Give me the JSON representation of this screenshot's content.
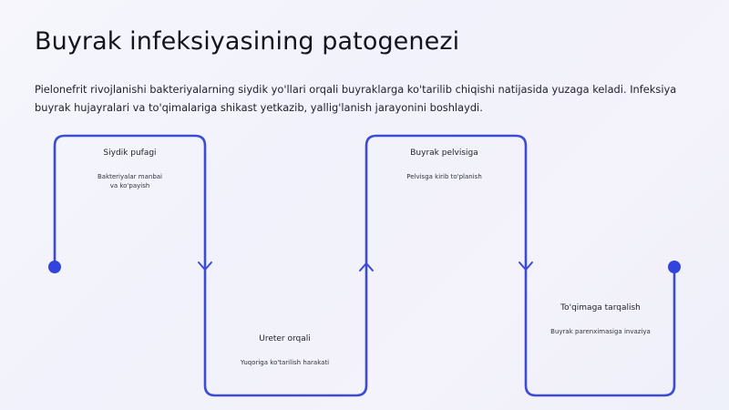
{
  "slide": {
    "title": "Buyrak infeksiyasining patogenezi",
    "lead": "Pielonefrit rivojlanishi bakteriyalarning siydik yo'llari orqali buyraklarga ko'tarilib chiqishi natijasida yuzaga keladi. Infeksiya buyrak hujayralari va to'qimalariga shikast yetkazib, yallig'lanish jarayonini boshlaydi."
  },
  "steps": [
    {
      "title": "Siydik pufagi",
      "description": "Bakteriyalar manbai va ko'payish"
    },
    {
      "title": "Ureter orqali",
      "description": "Yuqoriga ko'tarilish harakati"
    },
    {
      "title": "Buyrak pelvisiga",
      "description": "Pelvisga kirib to'planish"
    },
    {
      "title": "To'qimaga tarqalish",
      "description": "Buyrak parenximasiga invaziya"
    }
  ],
  "colors": {
    "line": "#3b4bd6",
    "dot": "#3344dd"
  }
}
